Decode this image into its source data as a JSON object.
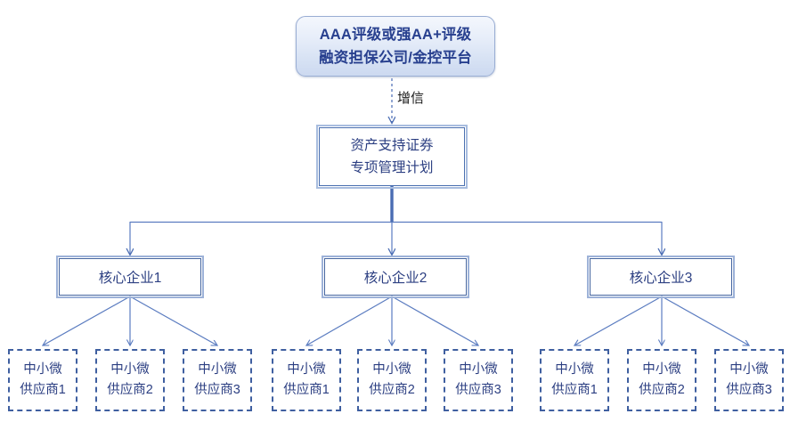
{
  "diagram": {
    "title_node": {
      "name": "guarantor-node",
      "lines": [
        "AAA评级或强AA+评级",
        "融资担保公司/金控平台"
      ]
    },
    "edges": {
      "credit_enhancement_label": "增信"
    },
    "plan_node": {
      "name": "abs-special-plan-node",
      "lines": [
        "资产支持证券",
        "专项管理计划"
      ]
    },
    "core_enterprises": [
      {
        "label": "核心企业1"
      },
      {
        "label": "核心企业2"
      },
      {
        "label": "核心企业3"
      }
    ],
    "supplier_groups": [
      {
        "parent": "核心企业1",
        "suppliers": [
          {
            "lines": [
              "中小微",
              "供应商1"
            ]
          },
          {
            "lines": [
              "中小微",
              "供应商2"
            ]
          },
          {
            "lines": [
              "中小微",
              "供应商3"
            ]
          }
        ]
      },
      {
        "parent": "核心企业2",
        "suppliers": [
          {
            "lines": [
              "中小微",
              "供应商1"
            ]
          },
          {
            "lines": [
              "中小微",
              "供应商2"
            ]
          },
          {
            "lines": [
              "中小微",
              "供应商3"
            ]
          }
        ]
      },
      {
        "parent": "核心企业3",
        "suppliers": [
          {
            "lines": [
              "中小微",
              "供应商1"
            ]
          },
          {
            "lines": [
              "中小微",
              "供应商2"
            ]
          },
          {
            "lines": [
              "中小微",
              "供应商3"
            ]
          }
        ]
      }
    ],
    "colors": {
      "node_border_blue": "#45659f",
      "connector_blue": "#5b7cc0",
      "text_blue": "#2c3f82",
      "title_text_blue": "#28408f",
      "guarantor_fill_top": "#f4f7fd",
      "guarantor_fill_bottom": "#ccd9f0"
    }
  }
}
